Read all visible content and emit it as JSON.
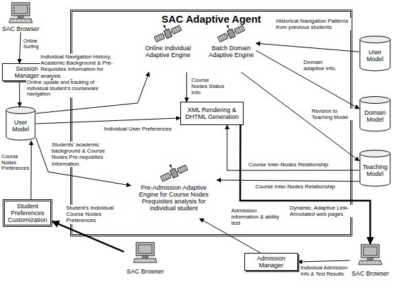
{
  "diagram": {
    "nodes": [
      {
        "text": [
          "SAC Browser"
        ]
      },
      {
        "text": [
          "SAC Adaptive Agent"
        ]
      },
      {
        "text": [
          "Online Individual Adaptive Engine"
        ],
        "in": 1
      },
      {
        "text": [
          "Batch Domain Adaptive Engine"
        ],
        "in": 1
      },
      {
        "text": [
          "XML Rendering & DHTML Generation"
        ],
        "in": 1
      },
      {
        "text": [
          "Pre-Admission Adaptive Engine for Course Nodes Prequisites analysis for individual student"
        ],
        "in": 1
      },
      {
        "text": [
          "Session Manager"
        ]
      },
      {
        "text": [
          "User Model"
        ]
      },
      {
        "text": [
          "Student Preferences Customization"
        ]
      },
      {
        "text": [
          "SAC Browser"
        ]
      },
      {
        "text": [
          "Admission Manager"
        ]
      },
      {
        "text": [
          "SAC Browser"
        ]
      },
      {
        "text": [
          "User Model"
        ]
      },
      {
        "text": [
          "Domain Model"
        ]
      },
      {
        "text": [
          "Teaching Model"
        ]
      }
    ],
    "edges": [
      {
        "from": 0,
        "to": 6,
        "arrow": "to",
        "label": "Online Surfing"
      },
      {
        "from": 6,
        "to": 7,
        "arrow": "to",
        "label": "Online update and tracking of individual student's courseware navigation"
      },
      {
        "from": 7,
        "to": 2,
        "arrow": "to",
        "label": "Individual Navigation History, Academic Background & Pre-Requisites Information for analysis"
      },
      {
        "from": 7,
        "to": 4,
        "arrow": "to",
        "label": "Individual User Preferences"
      },
      {
        "from": 7,
        "to": 5,
        "arrow": "to",
        "label": "Students' academic background & Course Nodes Pre-requisites Information"
      },
      {
        "from": 8,
        "to": 7,
        "arrow": "to",
        "label": "Course Nodes Preferences"
      },
      {
        "from": 9,
        "to": 8,
        "arrow": "to",
        "label": "Student's Individual Course Nodes Preferences"
      },
      {
        "from": 2,
        "to": 4,
        "arrow": "to",
        "label": "Course Nodes Status Info"
      },
      {
        "from": 12,
        "to": 3,
        "arrow": "to",
        "label": "Historical Navigation Patterns from previous students"
      },
      {
        "from": 3,
        "to": 13,
        "arrow": "to",
        "label": "Domain adaptive info."
      },
      {
        "from": 3,
        "to": 14,
        "arrow": "to",
        "label": "Revision to Teaching Model"
      },
      {
        "from": 14,
        "to": 4,
        "arrow": "to",
        "label": "Course Inter-Nodes Relationship"
      },
      {
        "from": 14,
        "to": 5,
        "arrow": "to",
        "label": "Course Inter-Nodes Relationship"
      },
      {
        "from": 10,
        "to": 5,
        "arrow": "to",
        "label": "Admission information & ability test"
      },
      {
        "from": 11,
        "to": 10,
        "arrow": "to",
        "label": "Individual Admission Info & Test Results"
      },
      {
        "from": 4,
        "to": 11,
        "arrow": "to",
        "label": "Dynamic, Adaptive Link-Annotated web pages"
      }
    ]
  }
}
